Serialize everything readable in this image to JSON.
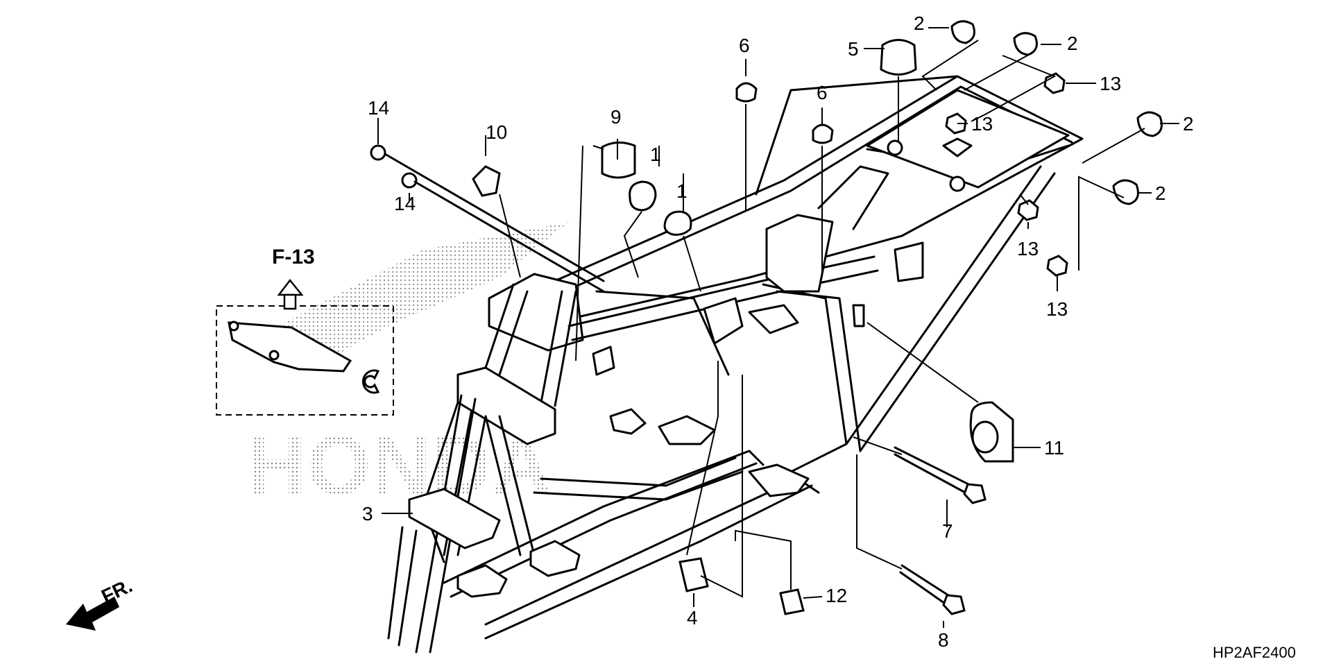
{
  "diagram": {
    "code": "HP2AF2400",
    "watermark": "HONDA",
    "direction_label": "FR.",
    "reference_label": "F-13",
    "callouts": [
      {
        "id": "c1a",
        "label": "1"
      },
      {
        "id": "c1b",
        "label": "1"
      },
      {
        "id": "c2a",
        "label": "2"
      },
      {
        "id": "c2b",
        "label": "2"
      },
      {
        "id": "c2c",
        "label": "2"
      },
      {
        "id": "c2d",
        "label": "2"
      },
      {
        "id": "c3",
        "label": "3"
      },
      {
        "id": "c4",
        "label": "4"
      },
      {
        "id": "c5",
        "label": "5"
      },
      {
        "id": "c6a",
        "label": "6"
      },
      {
        "id": "c6b",
        "label": "6"
      },
      {
        "id": "c7",
        "label": "7"
      },
      {
        "id": "c8",
        "label": "8"
      },
      {
        "id": "c9",
        "label": "9"
      },
      {
        "id": "c10",
        "label": "10"
      },
      {
        "id": "c11",
        "label": "11"
      },
      {
        "id": "c12",
        "label": "12"
      },
      {
        "id": "c13a",
        "label": "13"
      },
      {
        "id": "c13b",
        "label": "13"
      },
      {
        "id": "c13c",
        "label": "13"
      },
      {
        "id": "c13d",
        "label": "13"
      },
      {
        "id": "c14a",
        "label": "14"
      },
      {
        "id": "c14b",
        "label": "14"
      }
    ]
  }
}
